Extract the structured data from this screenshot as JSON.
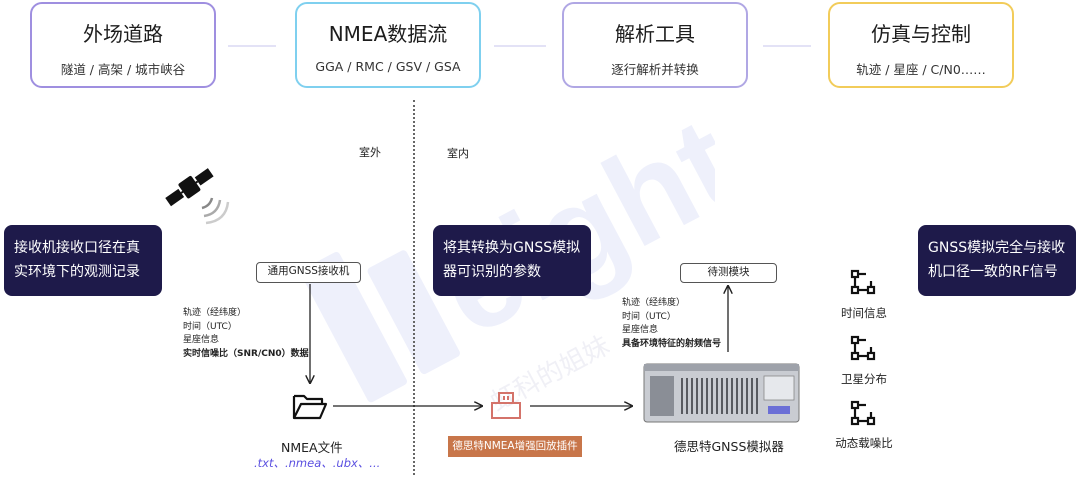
{
  "stages": [
    {
      "title": "外场道路",
      "subtitle": "隧道 / 高架 / 城市峡谷",
      "color": "#9f8fe0"
    },
    {
      "title": "NMEA数据流",
      "subtitle": "GGA / RMC / GSV / GSA",
      "color": "#7fd0ef"
    },
    {
      "title": "解析工具",
      "subtitle": "逐行解析并转换",
      "color": "#b0a7e4"
    },
    {
      "title": "仿真与控制",
      "subtitle": "轨迹 / 星座 / C/N0……",
      "color": "#f2cc5a"
    }
  ],
  "divider": {
    "outdoor": "室外",
    "indoor": "室内"
  },
  "left_box": {
    "text": "接收机接收口径在真实环境下的观测记录"
  },
  "middle_box": {
    "text": "将其转换为GNSS模拟器可识别的参数"
  },
  "right_box": {
    "text": "GNSS模拟完全与接收机口径一致的RF信号"
  },
  "receiver": {
    "label": "通用GNSS接收机"
  },
  "receiver_info": [
    "轨迹（经纬度）",
    "时间（UTC）",
    "星座信息",
    "实时信噪比（SNR/CN0）数据"
  ],
  "file": {
    "label": "NMEA文件",
    "ext": ".txt、.nmea、.ubx、..."
  },
  "plugin": {
    "label": "德思特NMEA增强回放插件"
  },
  "dut": {
    "label": "待测模块"
  },
  "simulator_info": [
    "轨迹（经纬度）",
    "时间（UTC）",
    "星座信息",
    "具备环境特征的射频信号"
  ],
  "simulator": {
    "label": "德思特GNSS模拟器"
  },
  "outputs": [
    "时间信息",
    "卫星分布",
    "动态载噪比"
  ],
  "watermark": "虹科的姐妹"
}
